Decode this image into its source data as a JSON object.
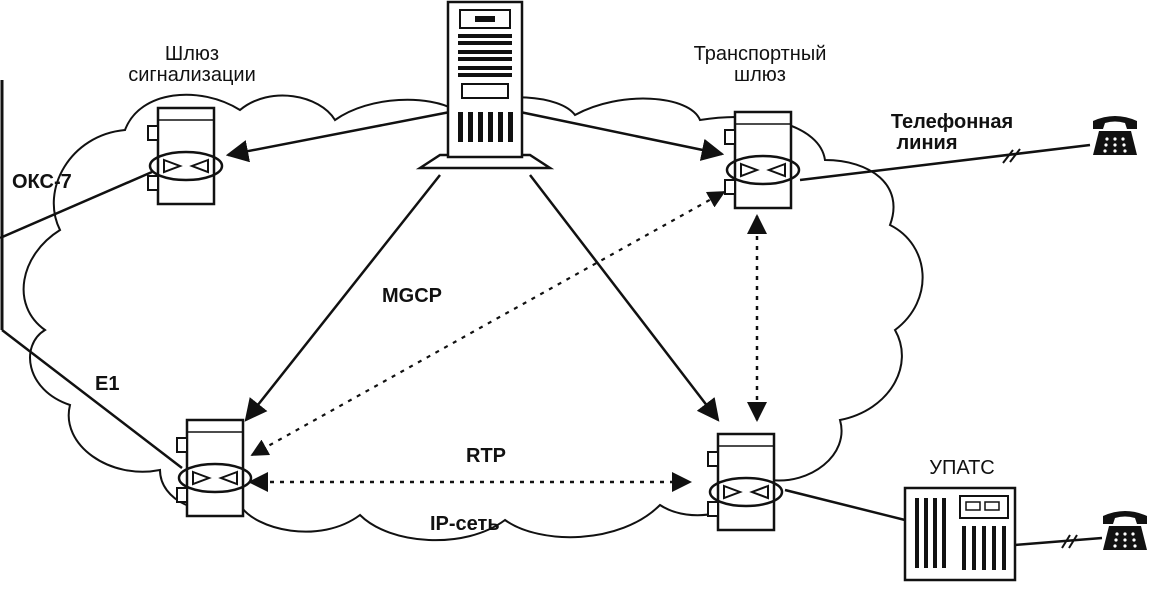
{
  "labels": {
    "signaling_gateway_line1": "Шлюз",
    "signaling_gateway_line2": "сигнализации",
    "transport_gateway_line1": "Транспортный",
    "transport_gateway_line2": "шлюз",
    "phone_line_line1": "Телефонная",
    "phone_line_line2": "линия",
    "oks7": "ОКС-7",
    "e1": "E1",
    "mgcp": "MGCP",
    "rtp": "RTP",
    "ip_network": "IP-сеть",
    "upats": "УПАТС"
  }
}
